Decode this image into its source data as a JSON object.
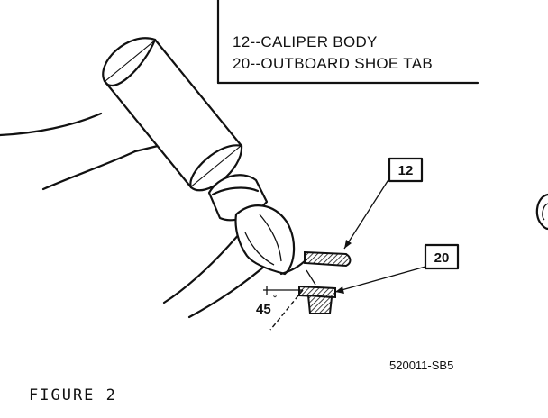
{
  "legend": {
    "items": [
      {
        "number": "12",
        "text": "12--CALIPER BODY"
      },
      {
        "number": "20",
        "text": "20--OUTBOARD SHOE TAB"
      }
    ]
  },
  "callouts": {
    "caliper_body": "12",
    "outboard_shoe_tab": "20"
  },
  "angle": {
    "value": "45",
    "unit": "°"
  },
  "drawing_code": "520011-SB5",
  "caption": "FIGURE 2"
}
